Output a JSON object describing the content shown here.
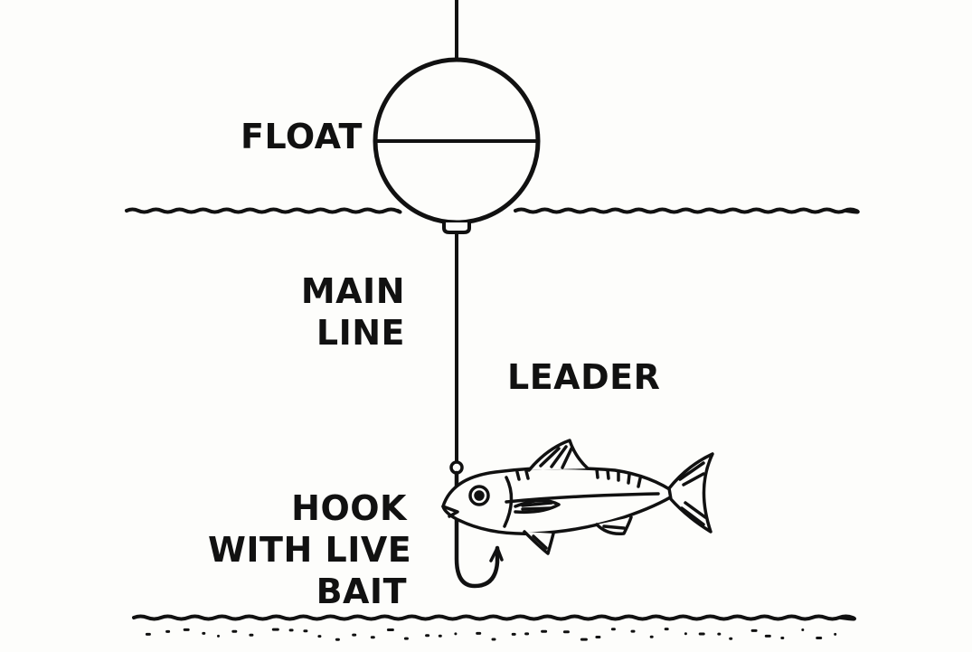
{
  "labels": {
    "float": "FLOAT",
    "main_line": [
      "MAIN",
      "LINE"
    ],
    "leader": "LEADER",
    "hook": [
      "HOOK",
      "WITH LIVE",
      "BAIT"
    ]
  },
  "colors": {
    "ink": "#111111",
    "background": "#fdfdfb"
  },
  "icons": {
    "float": "float-bobber-icon",
    "fish": "live-bait-fish-icon",
    "hook": "fishing-hook-icon"
  }
}
